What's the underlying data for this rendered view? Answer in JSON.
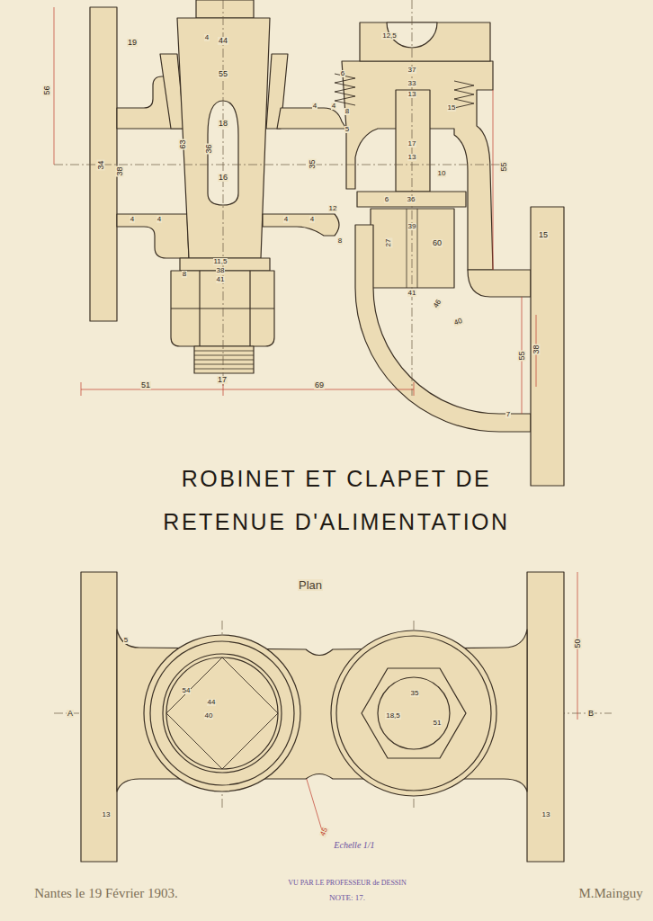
{
  "diagram": {
    "title": "ROBINET ET CLAPET DE RETENUE D'ALIMENTATION",
    "labels": [
      "19",
      "56",
      "4",
      "44",
      "55",
      "18",
      "36",
      "63",
      "16",
      "34",
      "38",
      "35",
      "4",
      "4",
      "4",
      "4",
      "4",
      "4",
      "12,5",
      "37",
      "6",
      "33",
      "13",
      "8",
      "5",
      "15",
      "17",
      "13",
      "10",
      "55",
      "6",
      "36",
      "12",
      "39",
      "27",
      "60",
      "41",
      "15",
      "8",
      "46",
      "40",
      "55",
      "38",
      "7",
      "11,5",
      "38",
      "41",
      "8",
      "17",
      "51",
      "69",
      "Plan",
      "5",
      "50",
      "A",
      "B",
      "54",
      "44",
      "40",
      "35",
      "18,5",
      "51",
      "13",
      "13",
      "45",
      "Echelle 1/1",
      "VU PAR LE PROFESSEUR de DESSIN",
      "NOTE: 17.",
      "Nantes le 19 Février 1903.",
      "M.Mainguy"
    ]
  }
}
